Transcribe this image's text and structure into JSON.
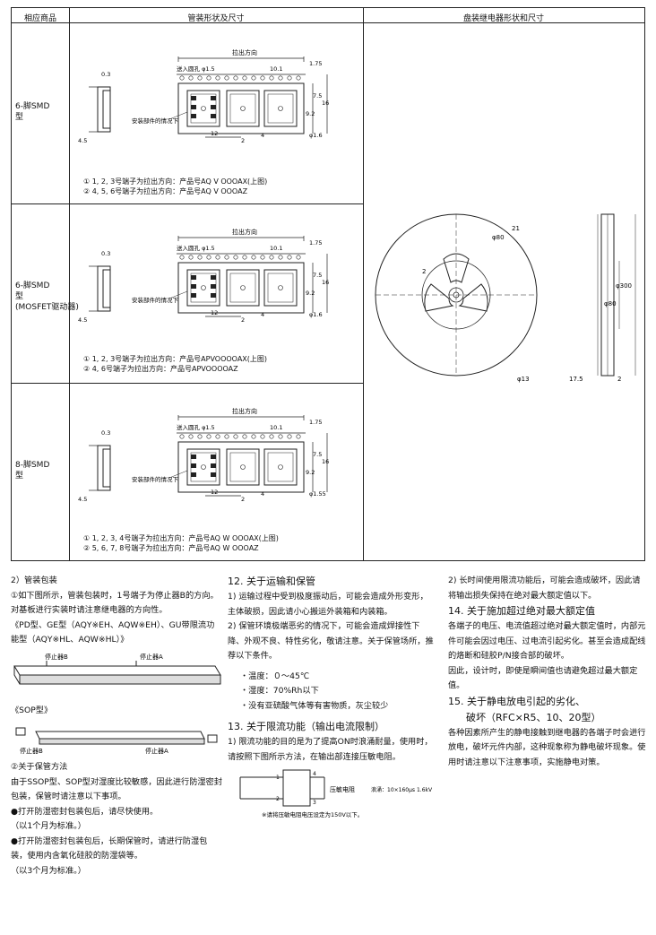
{
  "table": {
    "headers": [
      "相应商品",
      "管装形状及尺寸",
      "盘装继电器形状和尺寸"
    ],
    "rows": [
      {
        "label": [
          "6-脚SMD",
          "型"
        ],
        "notes": [
          "① 1, 2, 3号端子为拉出方向：产品号AQ V OOOAX(上图)",
          "② 4, 5, 6号端子为拉出方向：产品号AQ V OOOAZ"
        ],
        "dims": {
          "pull": "拉出方向",
          "feed": "送入圆孔 φ1.5",
          "install": "安装部件的情况下",
          "d03": "0.3",
          "d175": "1.75",
          "d101": "10.1",
          "d75": "7.5",
          "d16": "16",
          "d92": "9.2",
          "d12": "12",
          "d2": "2",
          "d4": "4",
          "d16b": "φ1.6",
          "d45": "4.5"
        }
      },
      {
        "label": [
          "6-脚SMD",
          "型",
          "(MOSFET驱动器)"
        ],
        "notes": [
          "① 1, 2, 3号端子为拉出方向：产品号APVOOOOAX(上图)",
          "② 4, 6号端子为拉出方向：产品号APVOOOOAZ"
        ],
        "dims": {
          "pull": "拉出方向",
          "feed": "送入圆孔 φ1.5",
          "install": "安装部件的情况下",
          "d03": "0.3",
          "d175": "1.75",
          "d101": "10.1",
          "d75": "7.5",
          "d16": "16",
          "d92": "9.2",
          "d12": "12",
          "d2": "2",
          "d4": "4",
          "d16b": "φ1.6",
          "d45": "4.5"
        }
      },
      {
        "label": [
          "8-脚SMD",
          "型"
        ],
        "notes": [
          "① 1, 2, 3, 4号端子为拉出方向：产品号AQ W OOOAX(上图)",
          "② 5, 6, 7, 8号端子为拉出方向：产品号AQ W OOOAZ"
        ],
        "dims": {
          "pull": "拉出方向",
          "feed": "送入圆孔 φ1.5",
          "install": "安装部件的情况下",
          "d03": "0.3",
          "d175": "1.75",
          "d101": "10.1",
          "d75": "7.5",
          "d16": "16",
          "d92": "9.2",
          "d12": "12",
          "d2": "2",
          "d4": "4",
          "d16b": "φ1.55",
          "d45": "4.5"
        }
      }
    ],
    "reel": {
      "d21": "21",
      "d80": "φ80",
      "d2": "2",
      "d300": "φ300",
      "d80b": "φ80",
      "d13": "φ13",
      "d175": "17.5",
      "d2b": "2"
    }
  },
  "col1": {
    "title": "2）管装包装",
    "p1": "①如下图所示，管装包装时，1号端子为停止器B的方向。对基板进行实装时请注意继电器的方向性。",
    "p2": "《PD型、GE型（AQY※EH、AQW※EH）、GU带限流功能型（AQY※HL、AQW※HL）》",
    "stopB": "停止器B",
    "stopA": "停止器A",
    "sop": "《SOP型》",
    "stopA2": "停止器A",
    "stopB2": "停止器B",
    "p3": "②关于保管方法",
    "p4": "由于SSOP型、SOP型对湿度比较敏感，因此进行防湿密封包装，保管时请注意以下事项。",
    "b1": "●打开防湿密封包装包后，请尽快使用。",
    "b1s": "（以1个月为标准。）",
    "b2": "●打开防湿密封包装包后，长期保管时，请进行防湿包装，使用内含氧化硅胶的防湿袋等。",
    "b2s": "（以3个月为标准。）"
  },
  "col2": {
    "h12": "12. 关于运输和保管",
    "p1": "1) 运输过程中受到极度振动后，可能会造成外形变形，主体破损，因此请小心搬运外装箱和内装箱。",
    "p2": "2) 保管环境极端恶劣的情况下，可能会造成焊接性下降、外观不良、特性劣化，敬请注意。关于保管场所，推荐以下条件。",
    "c1": "・温度：０～45℃",
    "c2": "・湿度：70%Rh以下",
    "c3": "・没有亚硫酸气体等有害物质，灰尘较少",
    "h13": "13. 关于限流功能（输出电流限制）",
    "p3": "1) 限流功能的目的是为了提高ON时浪涌耐量，使用时，请按照下图所示方法，在输出部连接压敏电阻。",
    "varistor": "压敏电阻",
    "surge": "浪涌：10×160μs 1.6kV",
    "caption": "※请将压敏电阻电压设定为150V以下。"
  },
  "col3": {
    "p0": "2) 长时间使用限流功能后，可能会造成破坏，因此请将输出损失保持在绝对最大额定值以下。",
    "h14": "14. 关于施加超过绝对最大额定值",
    "p1": "各端子的电压、电流值超过绝对最大额定值时，内部元件可能会因过电压、过电流引起劣化。甚至会造成配线的烙断和硅胶P/N接合部的破坏。",
    "p2": "因此，设计时，即使是瞬间值也请避免超过最大额定值。",
    "h15a": "15. 关于静电放电引起的劣化、",
    "h15b": "破坏（RFC×R5、10、20型）",
    "p3": "各种因素所产生的静电接触到继电器的各端子时会进行放电，破坏元件内部，这种现象称为静电破坏现象。使用时请注意以下注意事项，实施静电对策。"
  }
}
